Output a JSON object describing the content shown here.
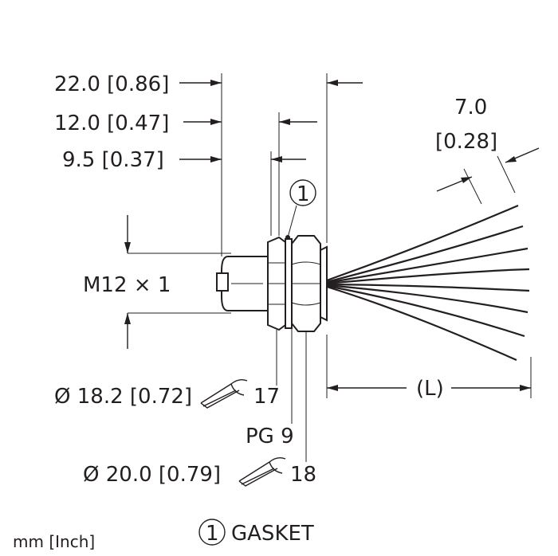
{
  "dimensions": {
    "overall_length": "22.0 [0.86]",
    "thread_length": "12.0 [0.47]",
    "flange_length": "9.5 [0.37]",
    "strip_length_top": "7.0",
    "strip_length_bottom": "[0.28]",
    "thread": "M12 × 1",
    "nut1_diameter": "Ø 18.2 [0.72]",
    "nut1_wrench": "17",
    "pg_thread": "PG 9",
    "nut2_diameter": "Ø 20.0 [0.79]",
    "nut2_wrench": "18",
    "cable_length": "(L)"
  },
  "callouts": {
    "gasket_number": "1",
    "legend_number": "1",
    "legend_label": "GASKET"
  },
  "units": "mm [Inch]",
  "icons": {
    "wrench": "wrench-icon",
    "callout": "callout-circle-icon"
  },
  "colors": {
    "ink": "#231f20",
    "background": "#ffffff"
  }
}
